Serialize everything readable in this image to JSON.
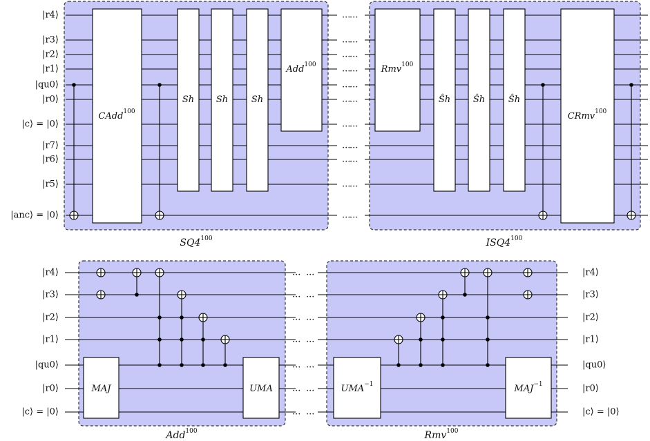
{
  "colors": {
    "panel_fill": "#c8c8f8",
    "panel_border": "#333333",
    "wire": "#000000",
    "gate_fill": "#ffffff"
  },
  "panels": [
    {
      "id": "sq4",
      "caption": "SQ4",
      "caption_sup": "100",
      "left_labels": [
        "|r4⟩",
        "|r3⟩",
        "|r2⟩",
        "|r1⟩",
        "|qu0⟩",
        "|r0⟩",
        "|c⟩ = |0⟩",
        "|r7⟩",
        "|r6⟩",
        "|r5⟩",
        "|anc⟩ = |0⟩"
      ],
      "gates": [
        {
          "name": "CAdd",
          "sup": "100"
        },
        {
          "name": "Sh",
          "sup": ""
        },
        {
          "name": "Sh",
          "sup": ""
        },
        {
          "name": "Sh",
          "sup": ""
        },
        {
          "name": "Add",
          "sup": "100"
        }
      ],
      "trailing_dots": "..."
    },
    {
      "id": "isq4",
      "caption": "ISQ4",
      "caption_sup": "100",
      "leading_dots": "...",
      "gates": [
        {
          "name": "Rmv",
          "sup": "100"
        },
        {
          "name": "Ŝh",
          "sup": ""
        },
        {
          "name": "Ŝh",
          "sup": ""
        },
        {
          "name": "Ŝh",
          "sup": ""
        },
        {
          "name": "CRmv",
          "sup": "100"
        }
      ]
    },
    {
      "id": "add",
      "caption": "Add",
      "caption_sup": "100",
      "left_labels": [
        "|r4⟩",
        "|r3⟩",
        "|r2⟩",
        "|r1⟩",
        "|qu0⟩",
        "|r0⟩",
        "|c⟩ = |0⟩"
      ],
      "gates": [
        {
          "name": "MAJ",
          "sup": ""
        },
        {
          "name": "UMA",
          "sup": ""
        }
      ],
      "trailing_dots": "..."
    },
    {
      "id": "rmv",
      "caption": "Rmv",
      "caption_sup": "100",
      "leading_dots": "...",
      "right_labels": [
        "|r4⟩",
        "|r3⟩",
        "|r2⟩",
        "|r1⟩",
        "|qu0⟩",
        "|r0⟩",
        "|c⟩ = |0⟩"
      ],
      "gates": [
        {
          "name": "UMA",
          "sup": "−1"
        },
        {
          "name": "MAJ",
          "sup": "−1"
        }
      ]
    }
  ]
}
